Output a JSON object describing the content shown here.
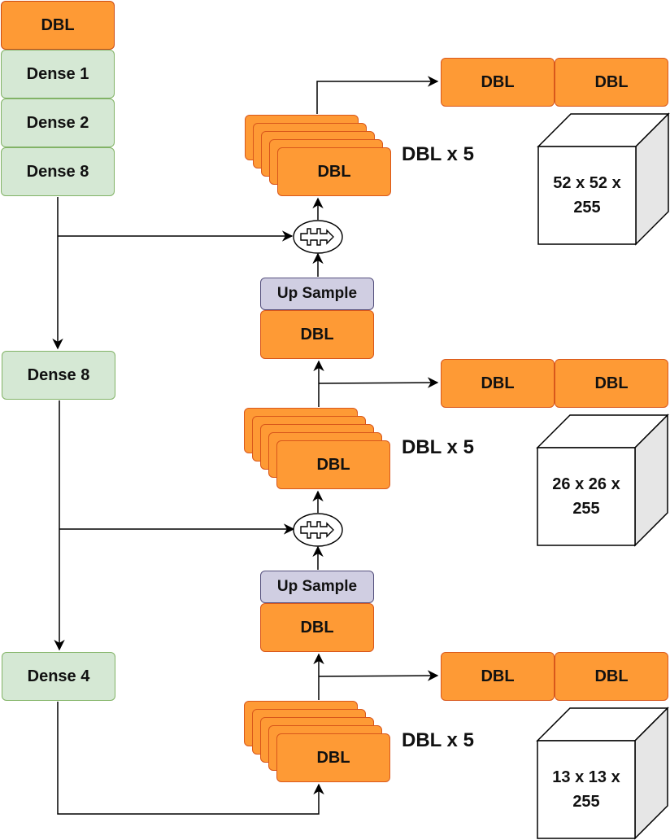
{
  "backbone": {
    "top_block": "DBL",
    "dense1": "Dense 1",
    "dense2": "Dense 2",
    "dense8_a": "Dense 8",
    "dense8_b": "Dense 8",
    "dense4": "Dense 4"
  },
  "branches": {
    "top": {
      "stack_label": "DBL x 5",
      "stack_front": "DBL",
      "out_a": "DBL",
      "out_b": "DBL",
      "cube_line1": "52 x 52 x",
      "cube_line2": "255"
    },
    "middle": {
      "stack_label": "DBL x 5",
      "stack_front": "DBL",
      "out_a": "DBL",
      "out_b": "DBL",
      "cube_line1": "26 x 26 x",
      "cube_line2": "255",
      "upsample": "Up Sample",
      "dbl": "DBL"
    },
    "bottom": {
      "stack_label": "DBL x 5",
      "stack_front": "DBL",
      "out_a": "DBL",
      "out_b": "DBL",
      "cube_line1": "13 x 13 x",
      "cube_line2": "255",
      "upsample": "Up Sample",
      "dbl": "DBL"
    }
  },
  "colors": {
    "dbl_fill": "#fe9a35",
    "dbl_stroke": "#d9571b",
    "dense_fill": "#d5e8d4",
    "dense_stroke": "#82b366",
    "upsample_fill": "#d0cee2",
    "upsample_stroke": "#56517e",
    "cube_side": "#e6e6e6"
  }
}
